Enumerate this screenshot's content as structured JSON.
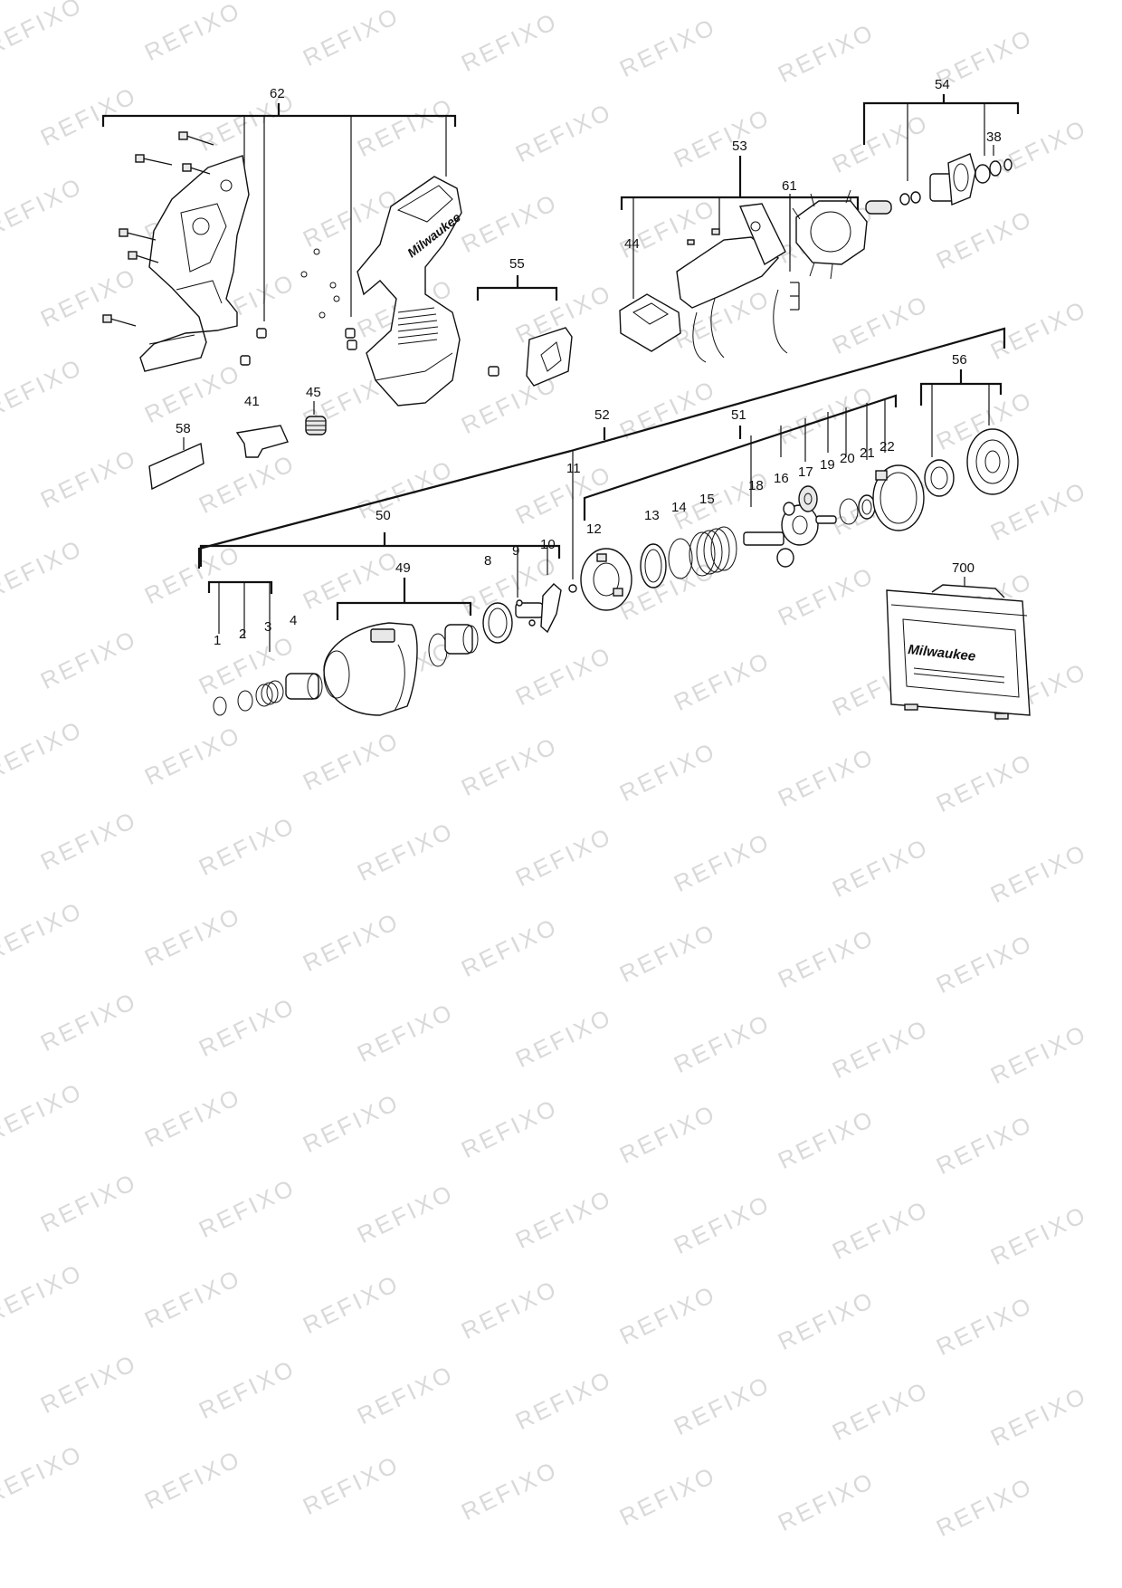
{
  "watermark": {
    "text": "REFIXO"
  },
  "labels": {
    "p62": "62",
    "p54": "54",
    "p38": "38",
    "p53": "53",
    "p61": "61",
    "p44": "44",
    "p55": "55",
    "p41": "41",
    "p45": "45",
    "p58": "58",
    "p52": "52",
    "p56": "56",
    "p51": "51",
    "p11": "11",
    "p50": "50",
    "p49": "49",
    "p1": "1",
    "p2": "2",
    "p3": "3",
    "p4": "4",
    "p8": "8",
    "p9": "9",
    "p10": "10",
    "p12": "12",
    "p13": "13",
    "p14": "14",
    "p15": "15",
    "p18": "18",
    "p16": "16",
    "p17": "17",
    "p19": "19",
    "p20": "20",
    "p21": "21",
    "p22": "22",
    "p700": "700"
  },
  "brand_marks": {
    "housing": "Milwaukee",
    "case": "Milwaukee"
  }
}
